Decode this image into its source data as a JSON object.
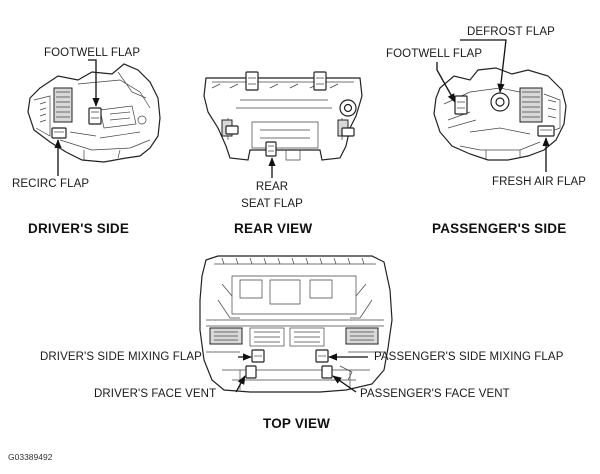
{
  "labels": {
    "driver_footwell_flap": "FOOTWELL FLAP",
    "recirc_flap": "RECIRC FLAP",
    "rear_seat_flap_line1": "REAR",
    "rear_seat_flap_line2": "SEAT FLAP",
    "defrost_flap": "DEFROST FLAP",
    "passenger_footwell_flap": "FOOTWELL FLAP",
    "fresh_air_flap": "FRESH AIR FLAP",
    "drivers_side_mixing_flap": "DRIVER'S SIDE MIXING FLAP",
    "passengers_side_mixing_flap": "PASSENGER'S SIDE MIXING FLAP",
    "drivers_face_vent": "DRIVER'S FACE VENT",
    "passengers_face_vent": "PASSENGER'S FACE VENT"
  },
  "views": {
    "drivers_side": "DRIVER'S SIDE",
    "rear_view": "REAR VIEW",
    "passengers_side": "PASSENGER'S SIDE",
    "top_view": "TOP VIEW"
  },
  "figure_code": "G03389492"
}
